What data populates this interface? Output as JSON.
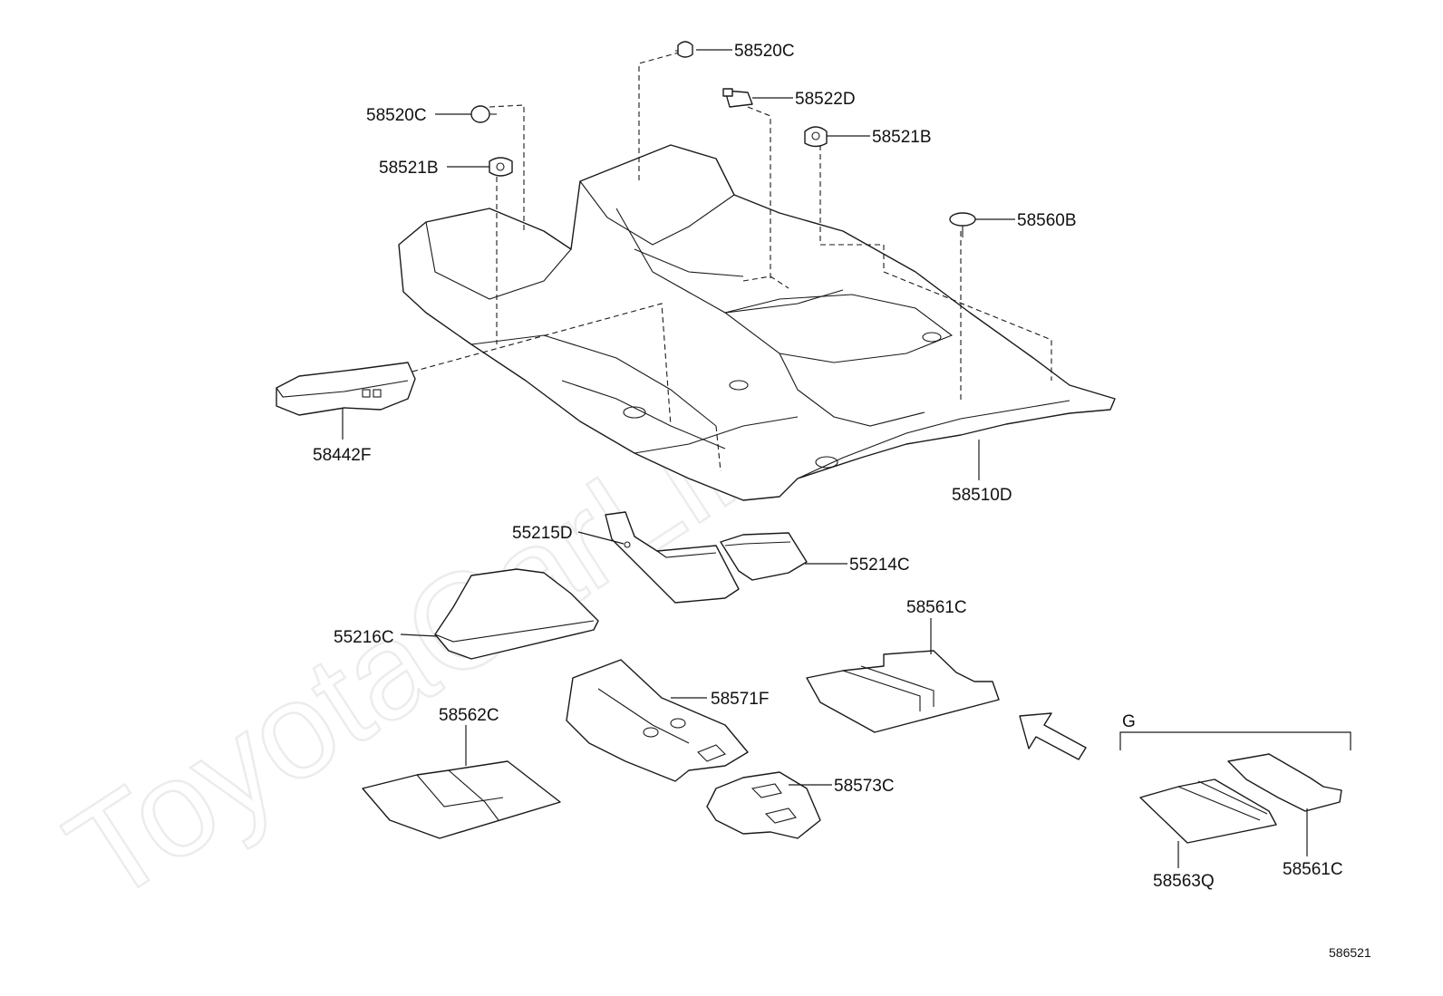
{
  "watermark": "ToyotaCarLine.ru",
  "diagram_number": "586521",
  "group_label": "G",
  "labels": {
    "p58520C_top": "58520C",
    "p58520C_left": "58520C",
    "p58522D": "58522D",
    "p58521B_right": "58521B",
    "p58521B_left": "58521B",
    "p58560B": "58560B",
    "p58442F": "58442F",
    "p58510D": "58510D",
    "p55215D": "55215D",
    "p55214C": "55214C",
    "p55216C": "55216C",
    "p58561C_top": "58561C",
    "p58571F": "58571F",
    "p58562C": "58562C",
    "p58573C": "58573C",
    "p58563Q": "58563Q",
    "p58561C_bottom": "58561C"
  }
}
